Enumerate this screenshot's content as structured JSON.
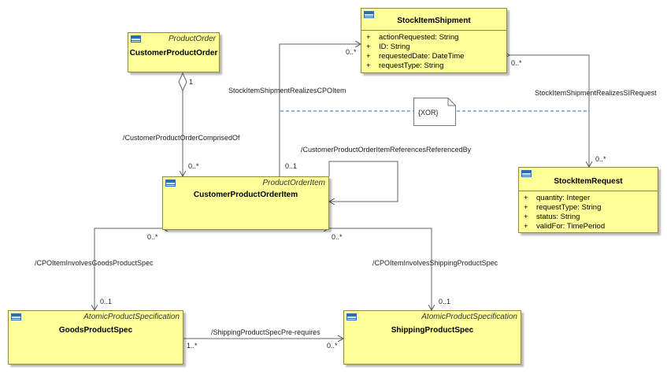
{
  "classes": {
    "customer_product_order": {
      "stereotype": "ProductOrder",
      "name": "CustomerProductOrder"
    },
    "stock_item_shipment": {
      "name": "StockItemShipment",
      "attributes": [
        {
          "vis": "+",
          "text": "actionRequested: String"
        },
        {
          "vis": "+",
          "text": "ID: String"
        },
        {
          "vis": "+",
          "text": "requestedDate: DateTime"
        },
        {
          "vis": "+",
          "text": "requestType: String"
        }
      ]
    },
    "stock_item_request": {
      "name": "StockItemRequest",
      "attributes": [
        {
          "vis": "+",
          "text": "quantity: Integer"
        },
        {
          "vis": "+",
          "text": "requestType: String"
        },
        {
          "vis": "+",
          "text": "status: String"
        },
        {
          "vis": "+",
          "text": "validFor: TimePeriod"
        }
      ]
    },
    "customer_product_order_item": {
      "stereotype": "ProductOrderItem",
      "name": "CustomerProductOrderItem"
    },
    "goods_product_spec": {
      "stereotype": "AtomicProductSpecification",
      "name": "GoodsProductSpec"
    },
    "shipping_product_spec": {
      "stereotype": "AtomicProductSpecification",
      "name": "ShippingProductSpec"
    }
  },
  "associations": {
    "comprised_of": "/CustomerProductOrderComprisedOf",
    "realizes_cpo_item": "StockItemShipmentRealizesCPOItem",
    "realizes_si_request": "StockItemShipmentRealizesSIRequest",
    "references_referenced_by": "/CustomerProductOrderItemReferencesReferencedBy",
    "involves_goods": "/CPOItemInvolvesGoodsProductSpec",
    "involves_shipping": "/CPOItemInvolvesShippingProductSpec",
    "pre_requires": "/ShippingProductSpecPre-requires"
  },
  "multiplicities": {
    "order_one": "1",
    "item_from_order": "0..*",
    "shipment_from_item": "0..*",
    "item_from_shipment": "0..1",
    "shipment_from_request": "0..*",
    "request_from_shipment": "0..*",
    "item_left": "0..*",
    "goods_bottom": "0..1",
    "item_right": "0..*",
    "shipping_bottom": "0..1",
    "goods_right": "1..*",
    "shipping_left": "0..*"
  },
  "note": {
    "text": "{XOR}"
  }
}
